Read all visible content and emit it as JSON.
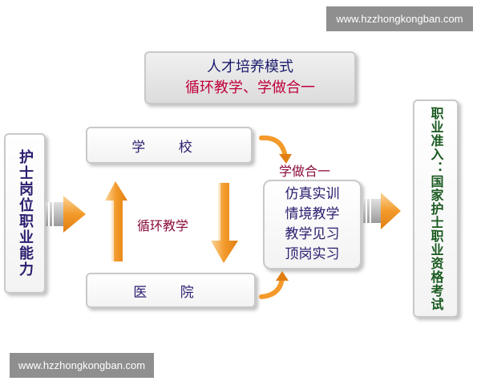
{
  "watermark": "www.hzzhongkongban.com",
  "title": {
    "line1": "人才培养模式",
    "line2": "循环教学、学做合一"
  },
  "left": {
    "col1": "护士岗",
    "col2": "位职业能力"
  },
  "school": "学 校",
  "hospital": "医 院",
  "cycle_label": "循环教学",
  "combine_label": "学做合一",
  "practice": [
    "仿真实训",
    "情境教学",
    "教学见习",
    "顶岗实习"
  ],
  "right": "职业准入：国家护士职业资格考试",
  "colors": {
    "arrow": "#f39a2b",
    "text": "#2a1d6e",
    "accent": "#c0003a",
    "right_text": "#1a5a20"
  }
}
